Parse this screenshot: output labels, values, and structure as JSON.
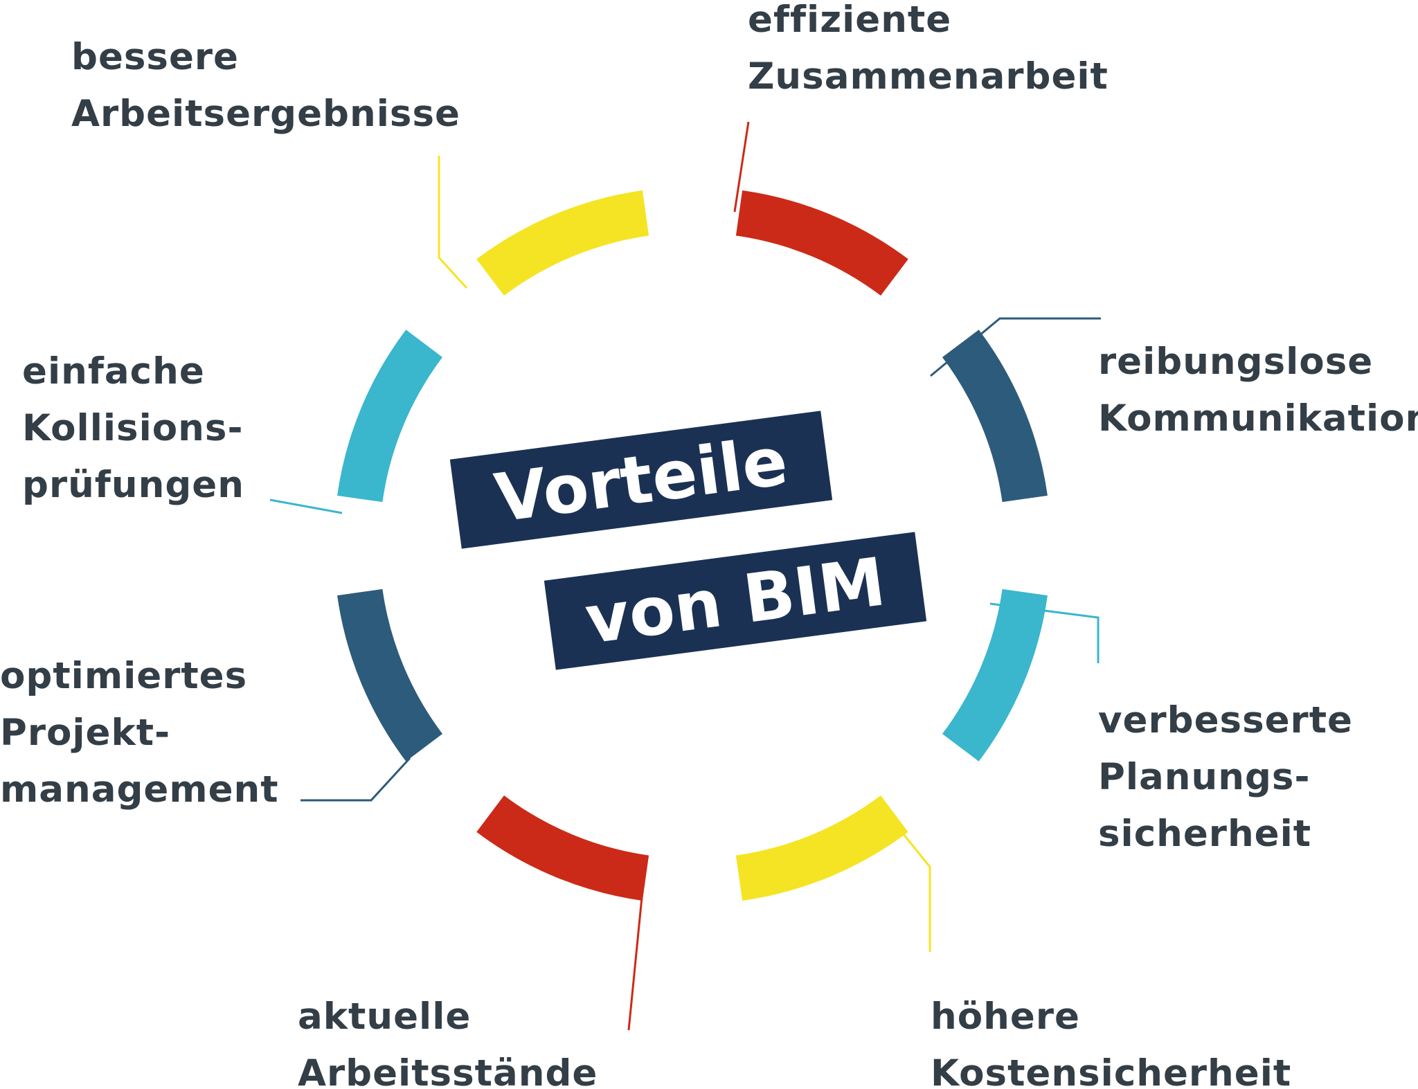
{
  "title": {
    "line1": "Vorteile",
    "line2": "von BIM"
  },
  "colors": {
    "text": "#333e47",
    "title_background": "#1b3154",
    "title_text": "#ffffff",
    "yellow": "#f5e423",
    "red": "#cc2a18",
    "dark_blue": "#2d5b7b",
    "light_blue": "#3ab6cd"
  },
  "benefits": [
    {
      "id": "bessere-arbeitsergebnisse",
      "lines": [
        "bessere",
        "Arbeitsergebnisse"
      ],
      "color": "#f5e423"
    },
    {
      "id": "effiziente-zusammenarbeit",
      "lines": [
        "effiziente",
        "Zusammenarbeit"
      ],
      "color": "#cc2a18"
    },
    {
      "id": "reibungslose-kommunikation",
      "lines": [
        "reibungslose",
        "Kommunikation"
      ],
      "color": "#2d5b7b"
    },
    {
      "id": "verbesserte-planungssicherheit",
      "lines": [
        "verbesserte",
        "Planungs-",
        "sicherheit"
      ],
      "color": "#3ab6cd"
    },
    {
      "id": "hoehere-kostensicherheit",
      "lines": [
        "höhere",
        "Kostensicherheit"
      ],
      "color": "#f5e423"
    },
    {
      "id": "aktuelle-arbeitsstaende",
      "lines": [
        "aktuelle",
        "Arbeitsstände"
      ],
      "color": "#cc2a18"
    },
    {
      "id": "optimiertes-projektmanagement",
      "lines": [
        "optimiertes",
        "Projekt-",
        "management"
      ],
      "color": "#2d5b7b"
    },
    {
      "id": "einfache-kollisionspruefungen",
      "lines": [
        "einfache",
        "Kollisions-",
        "prüfungen"
      ],
      "color": "#3ab6cd"
    }
  ]
}
